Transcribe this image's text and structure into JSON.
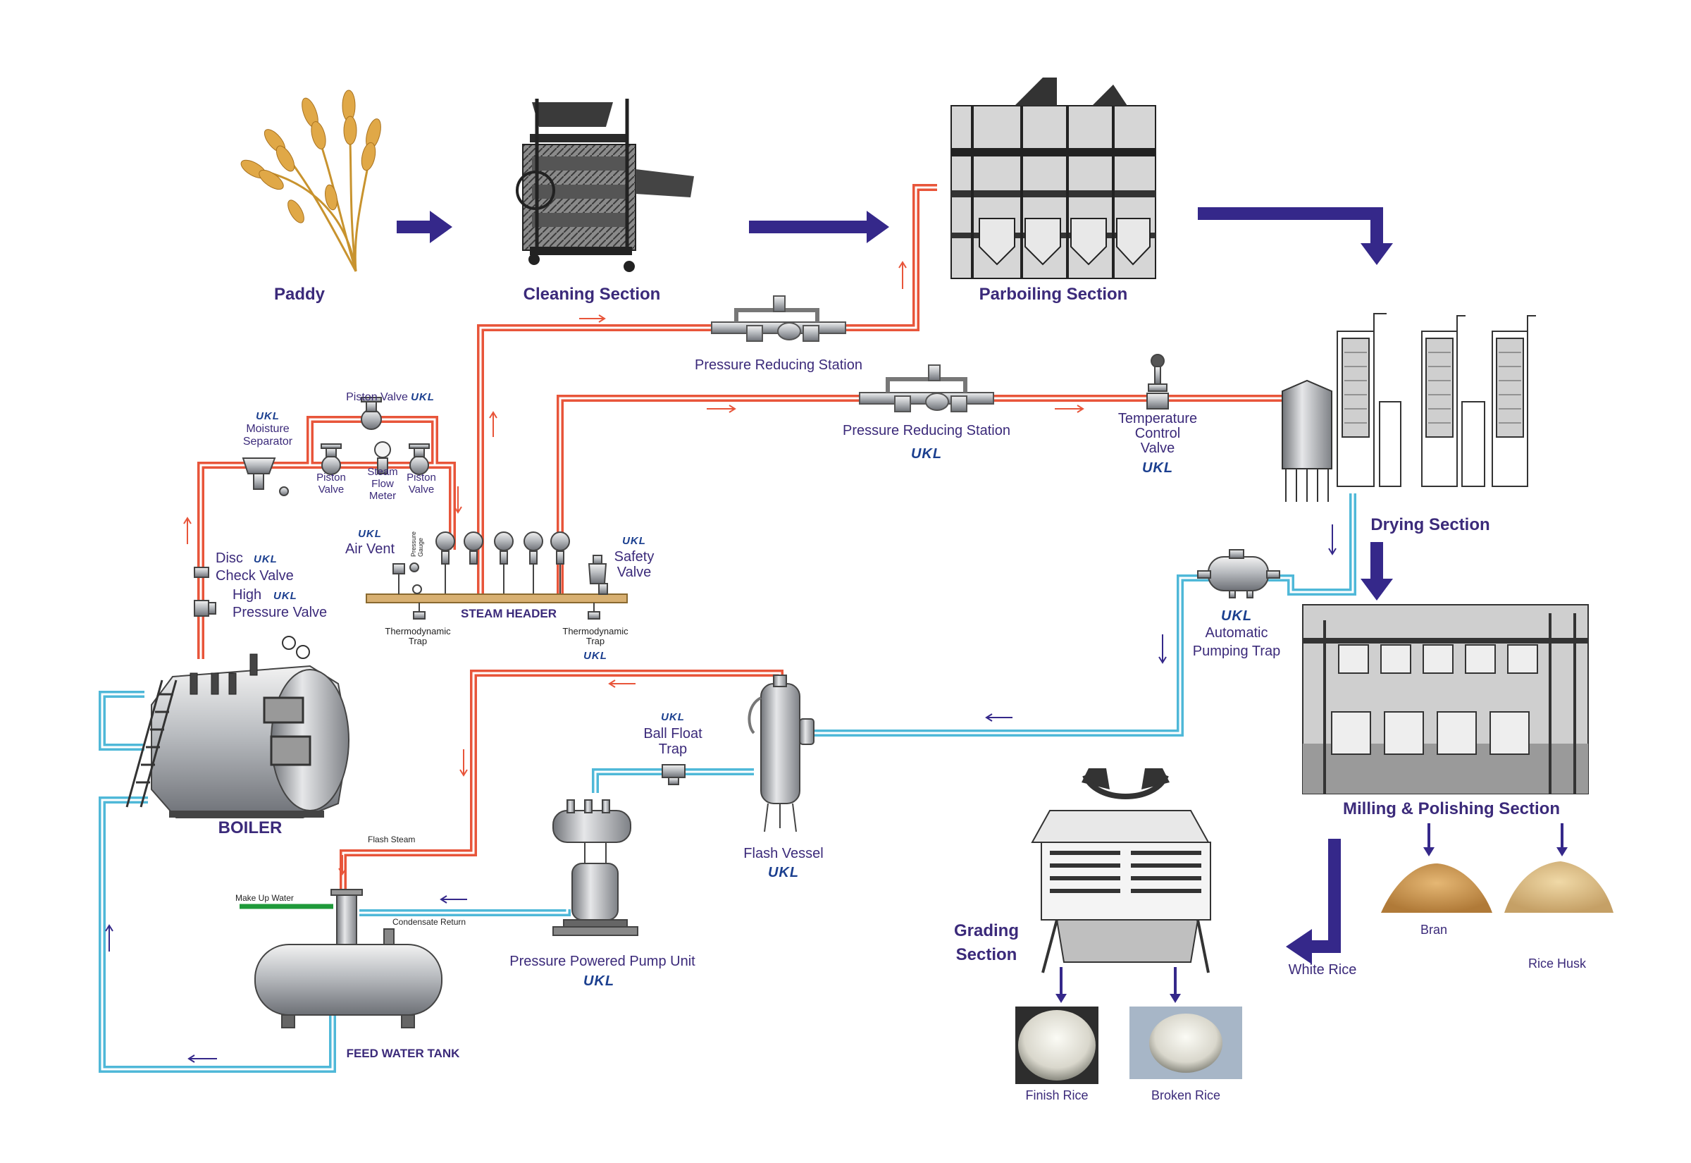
{
  "colors": {
    "steam": "#e8553a",
    "condensate": "#4fb8d8",
    "arrow": "#35288a",
    "label": "#3b2a7a",
    "brand": "#1b3f8f",
    "makeup_water": "#1f9a3a"
  },
  "sections": {
    "paddy": "Paddy",
    "cleaning": "Cleaning Section",
    "parboiling": "Parboiling Section",
    "drying": "Drying Section",
    "milling": "Milling & Polishing Section",
    "grading_1": "Grading",
    "grading_2": "Section",
    "boiler": "BOILER",
    "feed_water_tank": "FEED WATER TANK",
    "steam_header": "STEAM HEADER"
  },
  "brand": {
    "logo": "UKL"
  },
  "labels": {
    "prs_top": "Pressure Reducing Station",
    "prs_mid": "Pressure Reducing Station",
    "tcv_1": "Temperature",
    "tcv_2": "Control",
    "tcv_3": "Valve",
    "piston_top": "Piston Valve",
    "moisture_1": "Moisture",
    "moisture_2": "Separator",
    "piston_l_1": "Piston",
    "piston_l_2": "Valve",
    "steam_meter_1": "Steam",
    "steam_meter_2": "Flow",
    "steam_meter_3": "Meter",
    "piston_r_1": "Piston",
    "piston_r_2": "Valve",
    "disc_1": "Disc",
    "disc_2": "Check Valve",
    "hp_1": "High",
    "hp_2": "Pressure Valve",
    "air_vent": "Air Vent",
    "pressure_gauge_1": "Pressure",
    "pressure_gauge_2": "Gauge",
    "safety_1": "Safety",
    "safety_2": "Valve",
    "thermo_l_1": "Thermodynamic",
    "thermo_l_2": "Trap",
    "thermo_r_1": "Thermodynamic",
    "thermo_r_2": "Trap",
    "apt_1": "Automatic",
    "apt_2": "Pumping Trap",
    "bft_1": "Ball Float",
    "bft_2": "Trap",
    "flash_vessel": "Flash Vessel",
    "flash_steam": "Flash Steam",
    "makeup_water": "Make Up Water",
    "condensate_return": "Condensate Return",
    "ppu": "Pressure Powered Pump Unit",
    "white_rice": "White Rice",
    "bran": "Bran",
    "rice_husk": "Rice Husk",
    "finish_rice": "Finish Rice",
    "broken_rice": "Broken Rice"
  }
}
